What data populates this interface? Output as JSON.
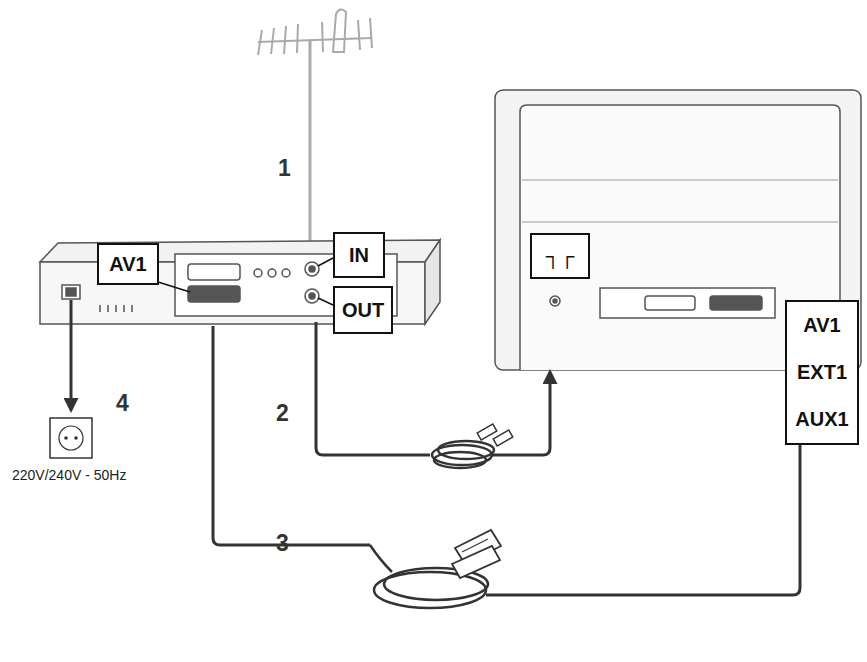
{
  "diagram": {
    "nodes": [
      {
        "text": [
          "AV1"
        ]
      },
      {
        "text": [
          "IN"
        ]
      },
      {
        "text": [
          "OUT"
        ]
      },
      {
        "text": [
          "┐┌"
        ]
      },
      {
        "text": [
          "AV1",
          "EXT1",
          "AUX1"
        ]
      }
    ],
    "labels": [
      "1",
      "2",
      "3",
      "4",
      "220V/240V - 50Hz"
    ]
  }
}
